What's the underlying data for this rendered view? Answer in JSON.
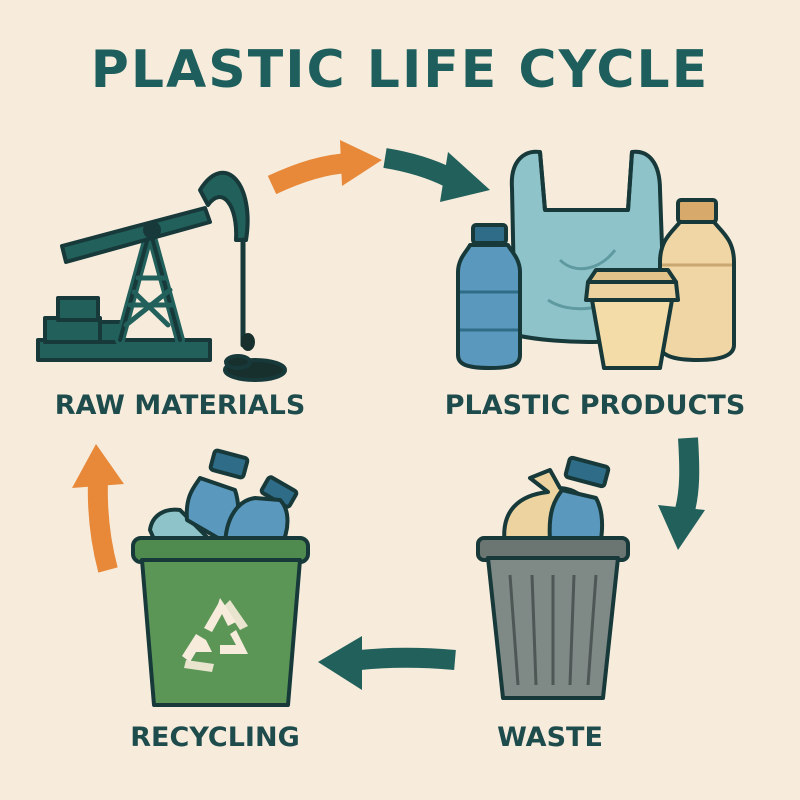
{
  "title": "PLASTIC LIFE CYCLE",
  "stages": [
    {
      "label": "RAW MATERIALS",
      "icon": "oil-pump-icon"
    },
    {
      "label": "PLASTIC PRODUCTS",
      "icon": "plastic-products-icon"
    },
    {
      "label": "WASTE",
      "icon": "trash-can-icon"
    },
    {
      "label": "RECYCLING",
      "icon": "recycling-bin-icon"
    }
  ],
  "colors": {
    "background": "#f7ecdc",
    "title": "#1e5e5c",
    "teal_arrow": "#22605c",
    "orange_arrow": "#e8893a",
    "recycling_bin": "#4f8a4e",
    "trash_can": "#6b7572"
  }
}
